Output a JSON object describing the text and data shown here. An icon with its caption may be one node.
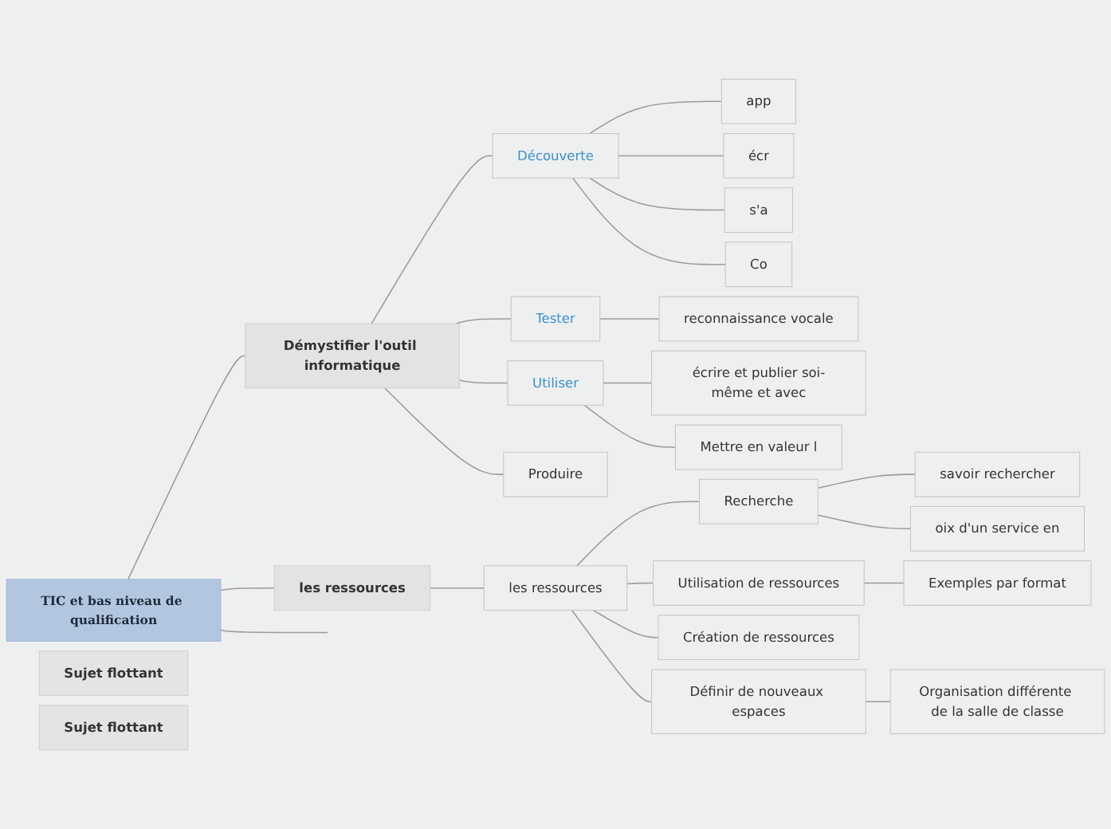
{
  "diagram": {
    "nodes": [
      {
        "text": [
          "TIC et bas niveau de qualification"
        ]
      },
      {
        "text": [
          "Démystifier l'outil informatique"
        ]
      },
      {
        "text": [
          "Découverte"
        ]
      },
      {
        "text": [
          "app"
        ]
      },
      {
        "text": [
          "écr"
        ]
      },
      {
        "text": [
          "s'a"
        ]
      },
      {
        "text": [
          "Co"
        ]
      },
      {
        "text": [
          "Tester"
        ]
      },
      {
        "text": [
          "reconnaissance vocale"
        ]
      },
      {
        "text": [
          "Utiliser"
        ]
      },
      {
        "text": [
          "écrire et publier soi-même et avec"
        ]
      },
      {
        "text": [
          "Mettre en valeur l"
        ]
      },
      {
        "text": [
          "Produire"
        ]
      },
      {
        "text": [
          "les ressources"
        ]
      },
      {
        "text": [
          "les ressources"
        ]
      },
      {
        "text": [
          "Recherche"
        ]
      },
      {
        "text": [
          "savoir rechercher"
        ]
      },
      {
        "text": [
          "oix d'un service en"
        ]
      },
      {
        "text": [
          "Utilisation de ressources"
        ]
      },
      {
        "text": [
          "Exemples par format"
        ]
      },
      {
        "text": [
          "Création de ressources"
        ]
      },
      {
        "text": [
          "Définir de nouveaux espaces"
        ]
      },
      {
        "text": [
          "Organisation différente de la salle de classe"
        ]
      },
      {
        "text": [
          "Sujet flottant"
        ]
      },
      {
        "text": [
          "Sujet flottant"
        ]
      }
    ],
    "edges": [
      {
        "from": 0,
        "to": null,
        "arrow": "none"
      },
      {
        "from": 0,
        "to": 1,
        "arrow": "none"
      },
      {
        "from": 1,
        "to": 2,
        "arrow": "none"
      },
      {
        "from": 2,
        "to": 3,
        "arrow": "none"
      },
      {
        "from": 2,
        "to": 4,
        "arrow": "none"
      },
      {
        "from": 2,
        "to": 5,
        "arrow": "none"
      },
      {
        "from": 2,
        "to": 6,
        "arrow": "none"
      },
      {
        "from": 1,
        "to": 7,
        "arrow": "none"
      },
      {
        "from": 7,
        "to": 8,
        "arrow": "none"
      },
      {
        "from": 1,
        "to": 9,
        "arrow": "none"
      },
      {
        "from": 9,
        "to": 10,
        "arrow": "none"
      },
      {
        "from": 9,
        "to": 11,
        "arrow": "none"
      },
      {
        "from": 1,
        "to": 12,
        "arrow": "none"
      },
      {
        "from": 0,
        "to": 13,
        "arrow": "none"
      },
      {
        "from": 13,
        "to": 14,
        "arrow": "none"
      },
      {
        "from": 14,
        "to": 15,
        "arrow": "none"
      },
      {
        "from": 15,
        "to": 16,
        "arrow": "none"
      },
      {
        "from": 15,
        "to": 17,
        "arrow": "none"
      },
      {
        "from": 14,
        "to": 18,
        "arrow": "none"
      },
      {
        "from": 18,
        "to": 19,
        "arrow": "none"
      },
      {
        "from": 14,
        "to": 20,
        "arrow": "none"
      },
      {
        "from": 14,
        "to": 21,
        "arrow": "none"
      },
      {
        "from": 21,
        "to": 22,
        "arrow": "none"
      }
    ]
  }
}
